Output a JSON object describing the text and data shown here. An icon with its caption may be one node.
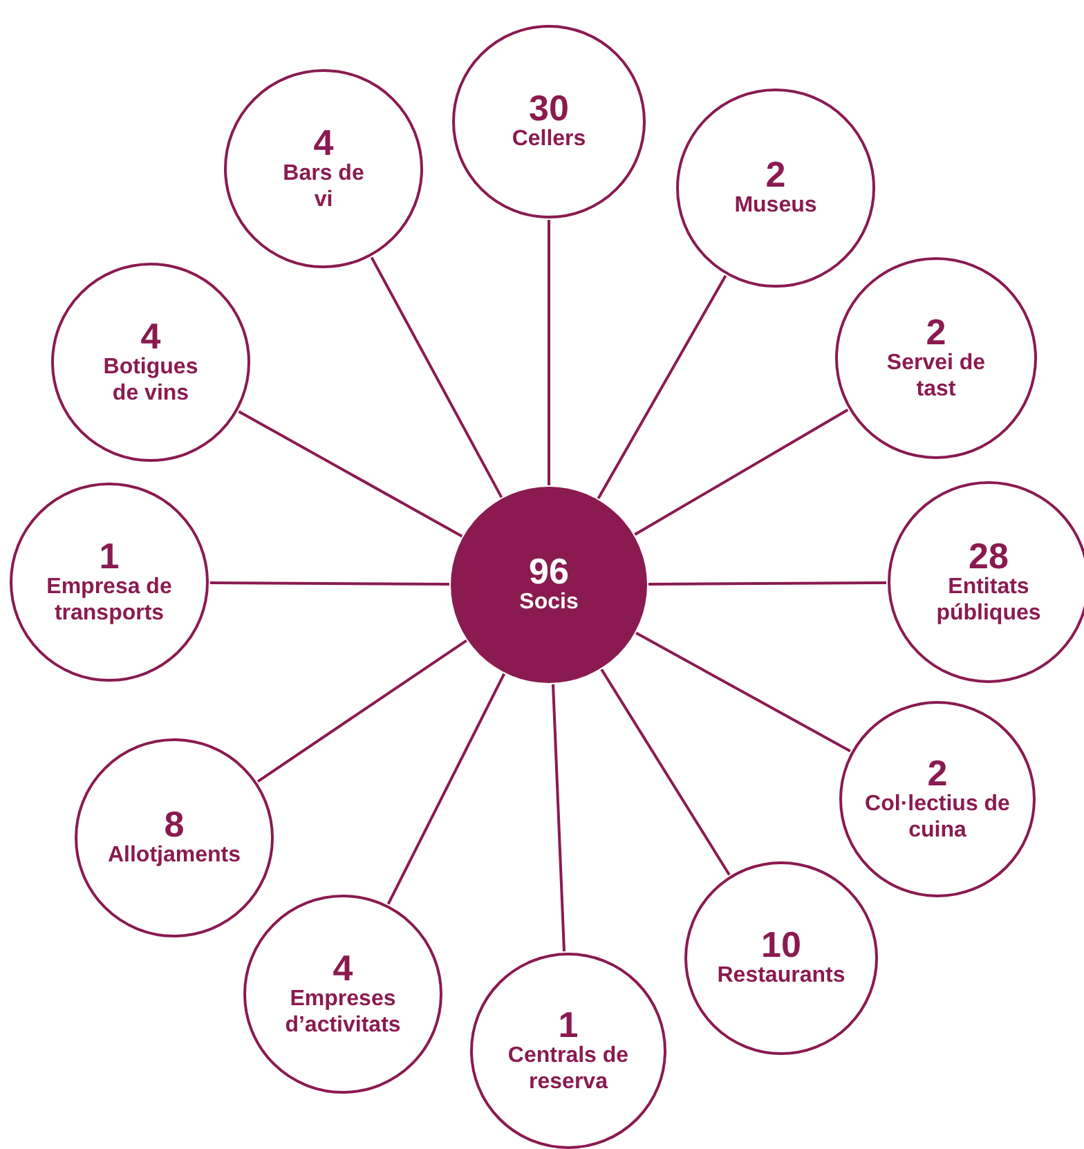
{
  "diagram": {
    "nodes": [
      {
        "text": [
          "96",
          "Socis"
        ]
      },
      {
        "text": [
          "30",
          "Cellers"
        ]
      },
      {
        "text": [
          "2",
          "Museus"
        ]
      },
      {
        "text": [
          "2",
          "Servei de tast"
        ]
      },
      {
        "text": [
          "28",
          "Entitats públiques"
        ]
      },
      {
        "text": [
          "2",
          "Col·lectius de cuina"
        ]
      },
      {
        "text": [
          "10",
          "Restaurants"
        ]
      },
      {
        "text": [
          "1",
          "Centrals de reserva"
        ]
      },
      {
        "text": [
          "4",
          "Empreses d’activitats"
        ]
      },
      {
        "text": [
          "8",
          "Allotjaments"
        ]
      },
      {
        "text": [
          "1",
          "Empresa de transports"
        ]
      },
      {
        "text": [
          "4",
          "Botigues de vins"
        ]
      },
      {
        "text": [
          "4",
          "Bars de vi"
        ]
      }
    ],
    "edges": [
      {
        "from": 0,
        "to": 1,
        "arrow": "none"
      },
      {
        "from": 0,
        "to": 2,
        "arrow": "none"
      },
      {
        "from": 0,
        "to": 3,
        "arrow": "none"
      },
      {
        "from": 0,
        "to": 4,
        "arrow": "none"
      },
      {
        "from": 0,
        "to": 5,
        "arrow": "none"
      },
      {
        "from": 0,
        "to": 6,
        "arrow": "none"
      },
      {
        "from": 0,
        "to": 7,
        "arrow": "none"
      },
      {
        "from": 0,
        "to": 8,
        "arrow": "none"
      },
      {
        "from": 0,
        "to": 9,
        "arrow": "none"
      },
      {
        "from": 0,
        "to": 10,
        "arrow": "none"
      },
      {
        "from": 0,
        "to": 11,
        "arrow": "none"
      },
      {
        "from": 0,
        "to": 12,
        "arrow": "none"
      }
    ]
  }
}
